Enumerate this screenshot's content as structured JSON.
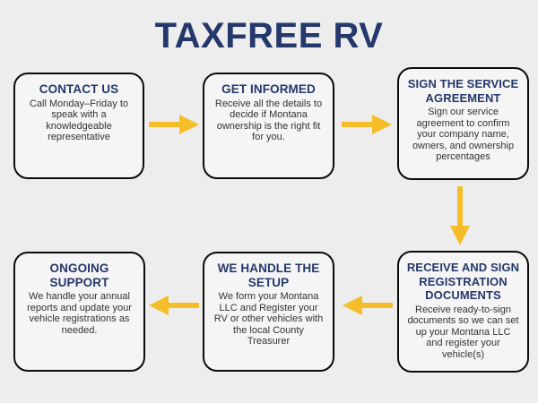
{
  "page": {
    "title": "TAXFREE RV",
    "background_color": "#ededed",
    "accent_color": "#f5be28",
    "heading_color": "#25386b",
    "body_text_color": "#333333"
  },
  "flow": {
    "steps": [
      {
        "id": "contact-us",
        "heading": "CONTACT US",
        "body": "Call Monday–Friday to speak with a knowledgeable representative"
      },
      {
        "id": "get-informed",
        "heading": "GET INFORMED",
        "body": "Receive all the details to decide if Montana ownership is the right fit for you."
      },
      {
        "id": "sign-the-service-agreement",
        "heading": "SIGN THE SERVICE AGREEMENT",
        "body": "Sign our service agreement to confirm your company name, owners, and ownership percentages"
      },
      {
        "id": "receive-and-sign-registration-documents",
        "heading": "RECEIVE AND SIGN REGISTRATION DOCUMENTS",
        "body": "Receive ready-to-sign documents so we can set up your Montana LLC and register your vehicle(s)"
      },
      {
        "id": "we-handle-the-setup",
        "heading": "WE HANDLE THE SETUP",
        "body": "We form your Montana LLC and Register your RV or other vehicles with the local County Treasurer"
      },
      {
        "id": "ongoing-support",
        "heading": "ONGOING SUPPORT",
        "body": "We handle your annual reports and update your vehicle registrations as needed."
      }
    ],
    "connectors": [
      {
        "id": "connector-1",
        "direction": "right",
        "from": "contact-us",
        "to": "get-informed"
      },
      {
        "id": "connector-2",
        "direction": "right",
        "from": "get-informed",
        "to": "sign-the-service-agreement"
      },
      {
        "id": "connector-3",
        "direction": "down",
        "from": "sign-the-service-agreement",
        "to": "receive-and-sign-registration-documents"
      },
      {
        "id": "connector-4",
        "direction": "left",
        "from": "receive-and-sign-registration-documents",
        "to": "we-handle-the-setup"
      },
      {
        "id": "connector-5",
        "direction": "left",
        "from": "we-handle-the-setup",
        "to": "ongoing-support"
      }
    ]
  }
}
